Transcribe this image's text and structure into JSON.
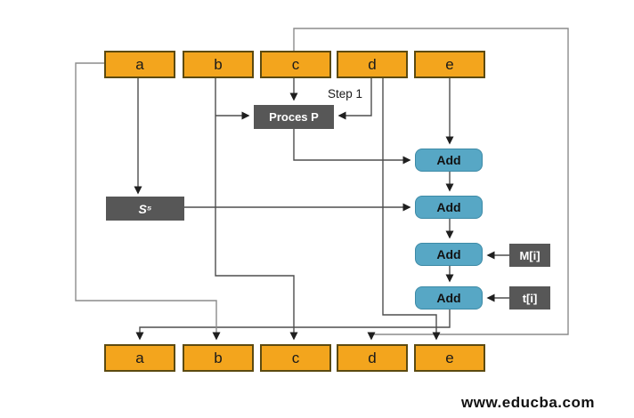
{
  "diagram": {
    "top_row": [
      {
        "label": "a"
      },
      {
        "label": "b"
      },
      {
        "label": "c"
      },
      {
        "label": "d"
      },
      {
        "label": "e"
      }
    ],
    "bottom_row": [
      {
        "label": "a"
      },
      {
        "label": "b"
      },
      {
        "label": "c"
      },
      {
        "label": "d"
      },
      {
        "label": "e"
      }
    ],
    "nodes": {
      "proces_p": {
        "label": "Proces P"
      },
      "s5": {
        "label": "S⁵"
      },
      "adds": [
        "Add",
        "Add",
        "Add",
        "Add"
      ],
      "m": {
        "label": "M[i]"
      },
      "t": {
        "label": "t[i]"
      }
    },
    "annotations": {
      "step1": "Step 1"
    },
    "watermark": "www.educba.com",
    "colors": {
      "box_orange": "#F3A51D",
      "box_teal": "#57A7C5",
      "box_dark": "#575757",
      "line": "#4e4e4e",
      "loop_line": "#8c8c8c"
    }
  }
}
